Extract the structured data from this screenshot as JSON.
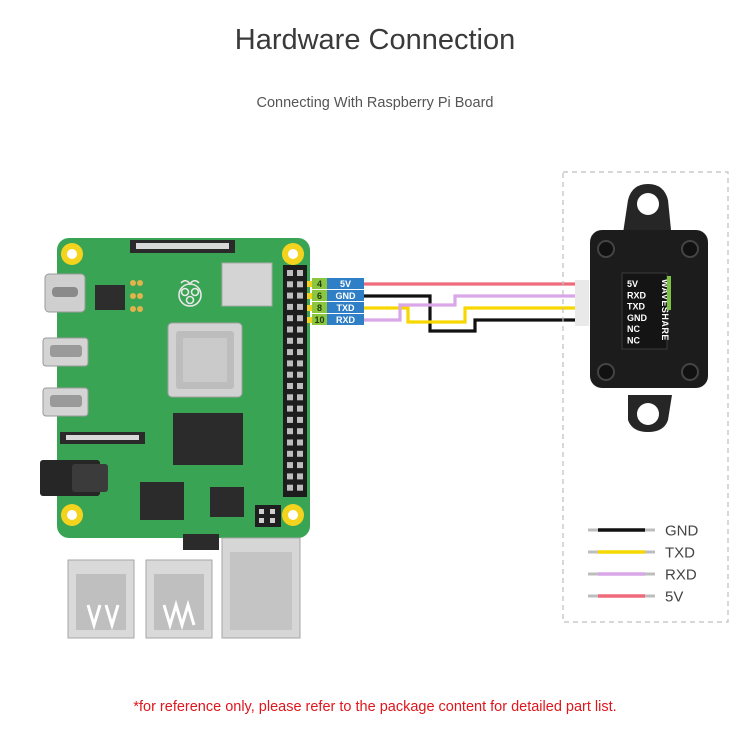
{
  "title": "Hardware Connection",
  "subtitle": "Connecting With Raspberry Pi Board",
  "footnote": "*for reference only, please refer to the package content for detailed part list.",
  "colors": {
    "pcb": "#3aa455",
    "accent_red": "#e0161c",
    "pin_label_bg": "#2f7fc7",
    "pin_number_bg": "#8cc63f",
    "wire_5v": "#ef6a7a",
    "wire_gnd": "#111111",
    "wire_txd": "#f6d800",
    "wire_rxd": "#d9a6e8",
    "sensor_body": "#1c1c1c"
  },
  "pi_header_pins": [
    {
      "number": "4",
      "label": "5V"
    },
    {
      "number": "6",
      "label": "GND"
    },
    {
      "number": "8",
      "label": "TXD"
    },
    {
      "number": "10",
      "label": "RXD"
    }
  ],
  "sensor": {
    "brand": "WAVESHARE",
    "pins": [
      "5V",
      "RXD",
      "TXD",
      "GND",
      "NC",
      "NC"
    ]
  },
  "legend": [
    {
      "label": "GND",
      "color": "#111111"
    },
    {
      "label": "TXD",
      "color": "#f6d800"
    },
    {
      "label": "RXD",
      "color": "#d9a6e8"
    },
    {
      "label": "5V",
      "color": "#ef6a7a"
    }
  ],
  "icons": [
    "raspberry-pi-logo-icon"
  ]
}
